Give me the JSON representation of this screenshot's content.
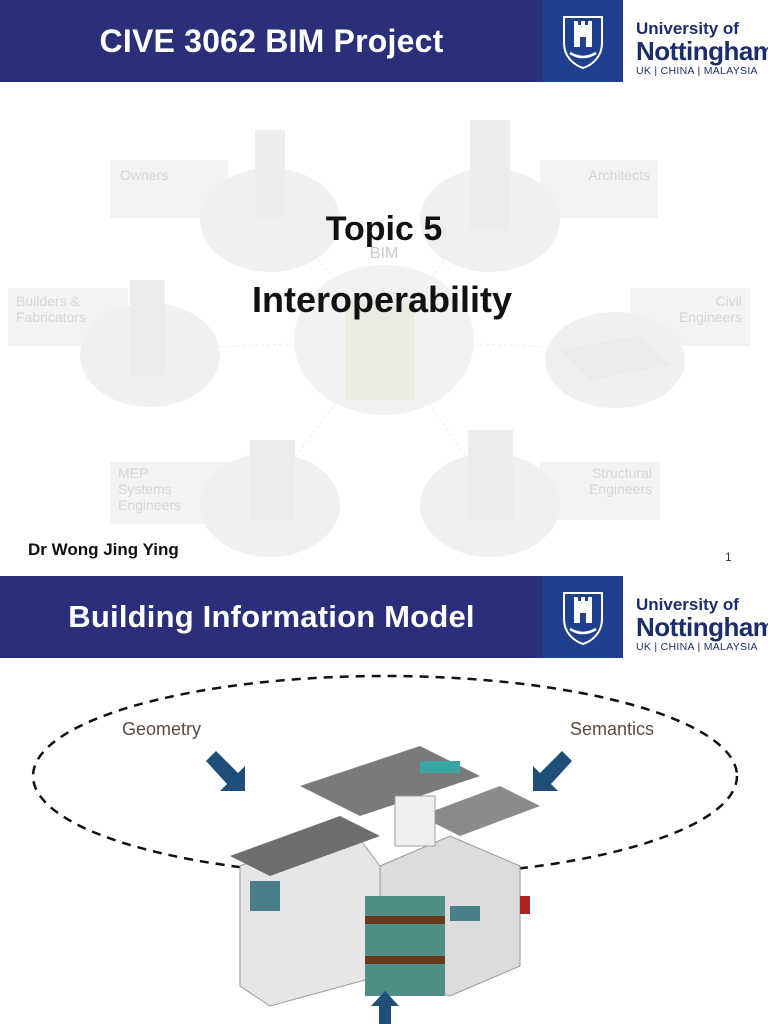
{
  "slide1": {
    "header_title": "CIVE 3062 BIM Project",
    "logo": {
      "line1": "University of",
      "line2": "Nottingham",
      "line3": "UK | CHINA | MALAYSIA"
    },
    "background_labels": {
      "center": "BIM",
      "owners": "Owners",
      "architects": "Architects",
      "builders_line1": "Builders &",
      "builders_line2": "Fabricators",
      "civil_line1": "Civil",
      "civil_line2": "Engineers",
      "mep_line1": "MEP",
      "mep_line2": "Systems",
      "mep_line3": "Engineers",
      "structural_line1": "Structural",
      "structural_line2": "Engineers"
    },
    "topic_number": "Topic 5",
    "topic_name": "Interoperability",
    "author": "Dr Wong Jing Ying",
    "page_number": "1"
  },
  "slide2": {
    "header_title": "Building Information Model",
    "logo": {
      "line1": "University of",
      "line2": "Nottingham",
      "line3": "UK | CHINA | MALAYSIA"
    },
    "label_left": "Geometry",
    "label_right": "Semantics"
  },
  "colors": {
    "header_bar": "#2b2f7a",
    "logo_shield": "#1f3f8f",
    "logo_text": "#1c2d6b",
    "arrow": "#1f4e79",
    "label_text": "#5a4a40"
  }
}
